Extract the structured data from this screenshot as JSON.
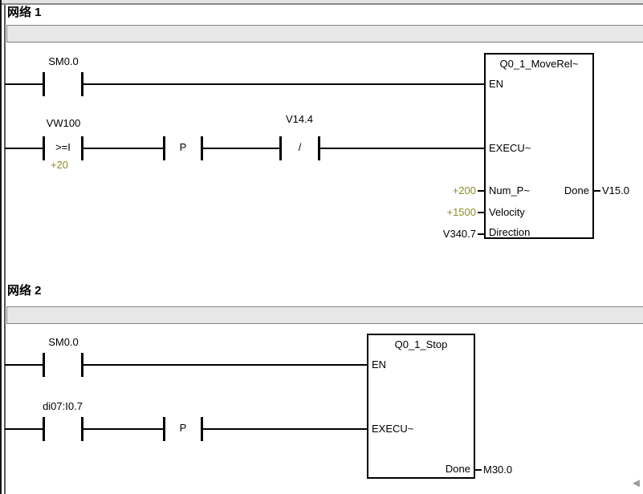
{
  "colors": {
    "literal_value": "#8C8C21",
    "wire": "#000000",
    "comment_bar_fill": "#E7E7E7",
    "comment_bar_border": "#848484",
    "rail": "#5A5A5A"
  },
  "networks": [
    {
      "label": "网络 1",
      "comment": "",
      "rows": [
        {
          "contacts": [
            {
              "label": "SM0.0",
              "symbol": ""
            }
          ]
        },
        {
          "contacts": [
            {
              "label": "VW100",
              "symbol": ">=I",
              "operand": "+20"
            },
            {
              "label": "",
              "symbol": "P"
            },
            {
              "label": "V14.4",
              "symbol": "/"
            }
          ]
        }
      ],
      "block": {
        "title": "Q0_1_MoveRel~",
        "pins_left": [
          "EN",
          "EXECU~"
        ],
        "params": [
          {
            "name": "Num_P~",
            "value": "+200",
            "literal": true
          },
          {
            "name": "Velocity",
            "value": "+1500",
            "literal": true
          },
          {
            "name": "Direction",
            "value": "V340.7",
            "literal": false
          }
        ],
        "output": {
          "name": "Done",
          "value": "V15.0"
        }
      }
    },
    {
      "label": "网络 2",
      "comment": "",
      "rows": [
        {
          "contacts": [
            {
              "label": "SM0.0",
              "symbol": ""
            }
          ]
        },
        {
          "contacts": [
            {
              "label": "di07:I0.7",
              "symbol": ""
            },
            {
              "label": "",
              "symbol": "P"
            }
          ]
        }
      ],
      "block": {
        "title": "Q0_1_Stop",
        "pins_left": [
          "EN",
          "EXECU~"
        ],
        "params": [],
        "output": {
          "name": "Done",
          "value": "M30.0"
        }
      }
    }
  ],
  "scrollbar": {
    "left_arrow": "◄"
  }
}
